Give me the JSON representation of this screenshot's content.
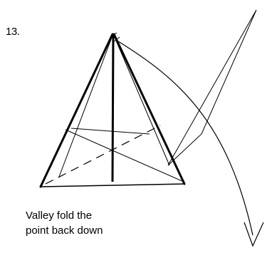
{
  "step": {
    "number": "13."
  },
  "caption": {
    "lines": [
      "Valley fold the",
      "point back down"
    ]
  },
  "colors": {
    "ink": "#000000",
    "background": "#ffffff"
  }
}
